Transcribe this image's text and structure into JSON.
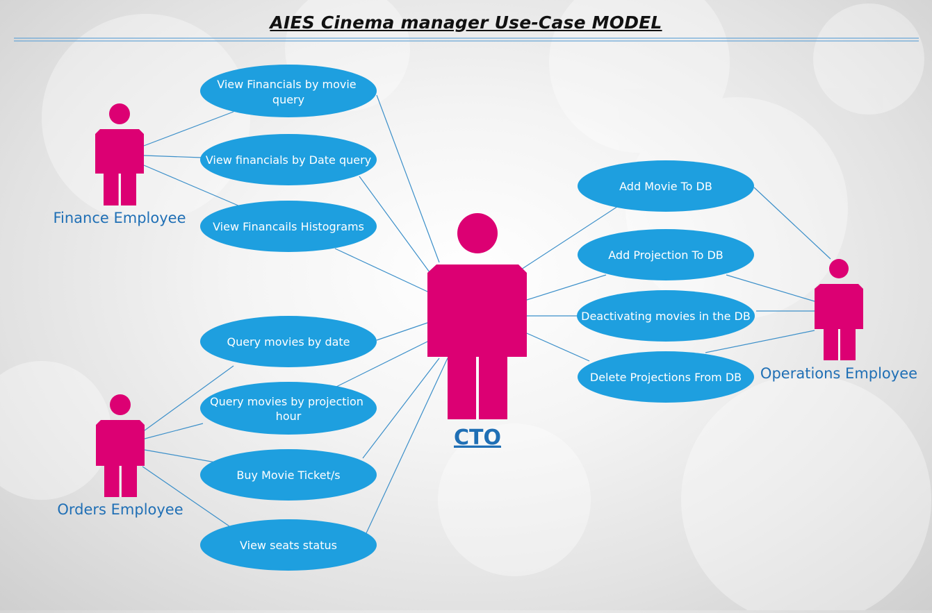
{
  "title": "AIES Cinema manager Use-Case MODEL",
  "colors": {
    "actor": "#dc0073",
    "usecase": "#1e9fdf",
    "usecase_text": "#ffffff",
    "connector": "#3b8fc9",
    "label": "#1f6fb5",
    "divider": "#6aa6d6"
  },
  "actors": {
    "finance": {
      "label": "Finance Employee"
    },
    "orders": {
      "label": "Orders Employee"
    },
    "operations": {
      "label": "Operations Employee"
    },
    "cto": {
      "label": "CTO"
    }
  },
  "use_cases": {
    "fin_movie": [
      "View Financials by movie",
      "query"
    ],
    "fin_date": [
      "View financials by Date query"
    ],
    "fin_hist": [
      "View Financails Histograms"
    ],
    "q_date": [
      "Query movies by date"
    ],
    "q_hour": [
      "Query movies by projection",
      "hour"
    ],
    "buy": [
      "Buy Movie Ticket/s"
    ],
    "seats": [
      "View seats status"
    ],
    "add_movie": [
      "Add Movie To DB"
    ],
    "add_proj": [
      "Add Projection To DB"
    ],
    "deact": [
      "Deactivating movies in the DB"
    ],
    "del_proj": [
      "Delete Projections From DB"
    ]
  }
}
